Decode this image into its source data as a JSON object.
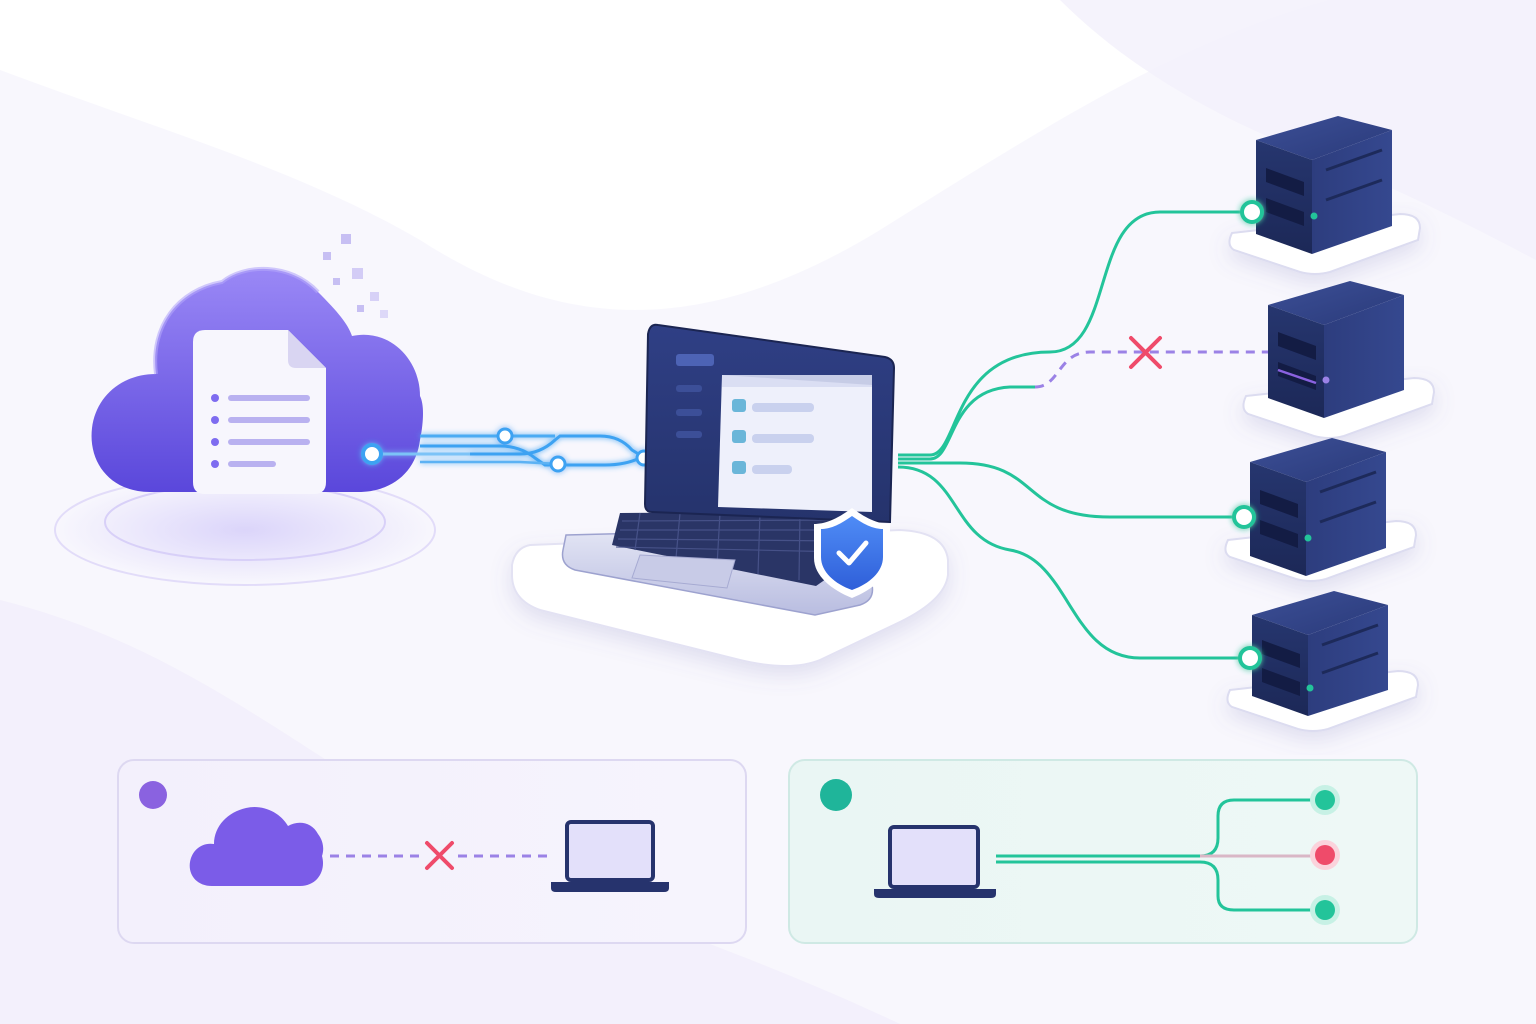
{
  "colors": {
    "background": "#f8f7fd",
    "cloud_primary": "#6d5ce8",
    "cloud_light": "#9d8cf7",
    "data_link": "#3da2f2",
    "connected": "#23c49a",
    "failed": "#ef4b6a",
    "disconnected_link": "#9b82e6",
    "device_dark": "#24346f",
    "server_dark": "#23326a",
    "panel_purple_bg": "#f2effb",
    "panel_green_bg": "#e9f6f4"
  },
  "diagram": {
    "cloud": {
      "icon": "cloud-icon",
      "document_icon": "document-icon",
      "document_lines": 4
    },
    "laptop": {
      "icon": "laptop-icon",
      "sidebar_items": 4,
      "list_rows": 3,
      "badge_icon": "shield-check-icon"
    },
    "servers": [
      {
        "status": "connected"
      },
      {
        "status": "failed"
      },
      {
        "status": "connected"
      },
      {
        "status": "connected"
      }
    ]
  },
  "legend": {
    "disconnected_panel": {
      "marker_color": "#8a62e0",
      "source_icon": "cloud-icon",
      "link_status": "failed",
      "target_icon": "laptop-icon"
    },
    "distributed_panel": {
      "marker_color": "#1fb59a",
      "source_icon": "laptop-icon",
      "endpoints": [
        "connected",
        "failed",
        "connected"
      ]
    }
  }
}
